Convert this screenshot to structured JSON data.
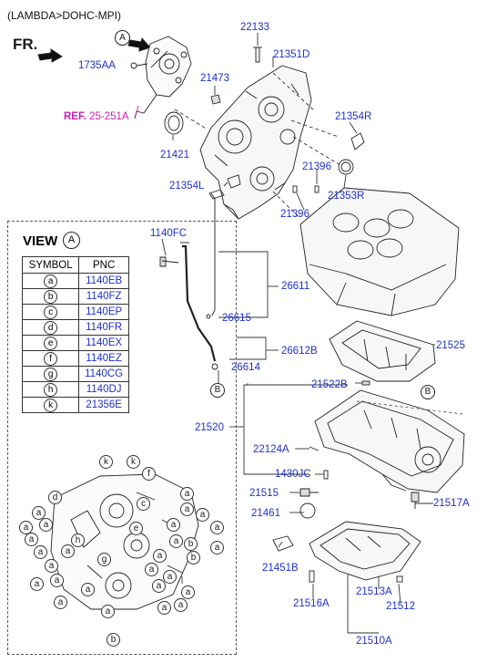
{
  "header": {
    "title": "(LAMBDA>DOHC-MPI)"
  },
  "labels": {
    "fr": "FR.",
    "a_circle": "A",
    "b_circle": "B",
    "p1735aa": "1735AA",
    "ref_prefix": "REF.",
    "ref_number": "25-251A",
    "p22133": "22133",
    "p21351d": "21351D",
    "p21473": "21473",
    "p21354r": "21354R",
    "p21421": "21421",
    "p21396_top": "21396",
    "p21354l": "21354L",
    "p21353r": "21353R",
    "p21396_bot": "21396",
    "p1140fc": "1140FC",
    "p26611": "26611",
    "p26615": "26615",
    "p26612b": "26612B",
    "p26614": "26614",
    "p21525": "21525",
    "p21522b": "21522B",
    "p21520": "21520",
    "p22124a": "22124A",
    "p1430jc": "1430JC",
    "p21515": "21515",
    "p21517a": "21517A",
    "p21461": "21461",
    "p21451b": "21451B",
    "p21516a": "21516A",
    "p21513a": "21513A",
    "p21512": "21512",
    "p21510a": "21510A"
  },
  "view": {
    "title": "VIEW",
    "letter": "A",
    "col_symbol": "SYMBOL",
    "col_pnc": "PNC",
    "rows": [
      {
        "symbol": "a",
        "pnc": "1140EB"
      },
      {
        "symbol": "b",
        "pnc": "1140FZ"
      },
      {
        "symbol": "c",
        "pnc": "1140EP"
      },
      {
        "symbol": "d",
        "pnc": "1140FR"
      },
      {
        "symbol": "e",
        "pnc": "1140EX"
      },
      {
        "symbol": "f",
        "pnc": "1140EZ"
      },
      {
        "symbol": "g",
        "pnc": "1140CG"
      },
      {
        "symbol": "h",
        "pnc": "1140DJ"
      },
      {
        "symbol": "k",
        "pnc": "21356E"
      }
    ],
    "callouts": [
      "k",
      "k",
      "f",
      "d",
      "a",
      "a",
      "c",
      "a",
      "a",
      "e",
      "a",
      "a",
      "a",
      "a",
      "h",
      "a",
      "a",
      "a",
      "a",
      "a",
      "g",
      "a",
      "b",
      "a",
      "a",
      "a",
      "a",
      "a",
      "a",
      "a",
      "a",
      "b",
      "a",
      "a",
      "a",
      "a",
      "b"
    ]
  },
  "colors": {
    "part_number": "#1f2fd0",
    "reference": "#cc1fb8",
    "line": "#222222"
  }
}
